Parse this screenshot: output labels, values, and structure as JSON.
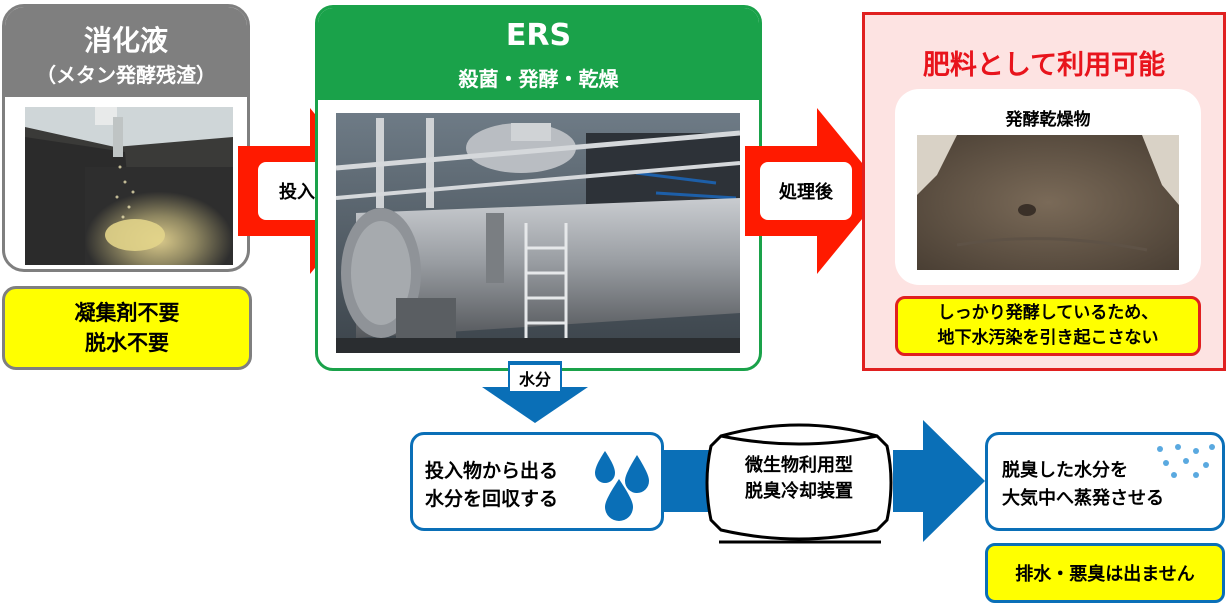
{
  "digestate": {
    "title": "消化液",
    "subtitle": "（メタン発酵残渣）"
  },
  "digestate_note": {
    "line1": "凝集剤不要",
    "line2": "脱水不要"
  },
  "arrow_input": {
    "label": "投入"
  },
  "ers": {
    "title": "ERS",
    "subtitle": "殺菌・発酵・乾燥"
  },
  "arrow_after": {
    "label": "処理後"
  },
  "fertilizer": {
    "title": "肥料として利用可能",
    "product_label": "発酵乾燥物",
    "note_line1": "しっかり発酵しているため、",
    "note_line2": "地下水汚染を引き起こさない"
  },
  "arrow_water": {
    "label": "水分"
  },
  "recover": {
    "line1": "投入物から出る",
    "line2": "水分を回収する"
  },
  "device": {
    "line1": "微生物利用型",
    "line2": "脱臭冷却装置"
  },
  "evaporate": {
    "line1": "脱臭した水分を",
    "line2": "大気中へ蒸発させる"
  },
  "no_discharge": {
    "label": "排水・悪臭は出ません"
  },
  "colors": {
    "gray": "#7f7f7f",
    "green": "#1aa24a",
    "red_arrow": "#ff1a00",
    "red_title": "#e8141c",
    "blue": "#0a6fb7",
    "yellow": "#ffff00",
    "pink": "#fde3e2"
  }
}
